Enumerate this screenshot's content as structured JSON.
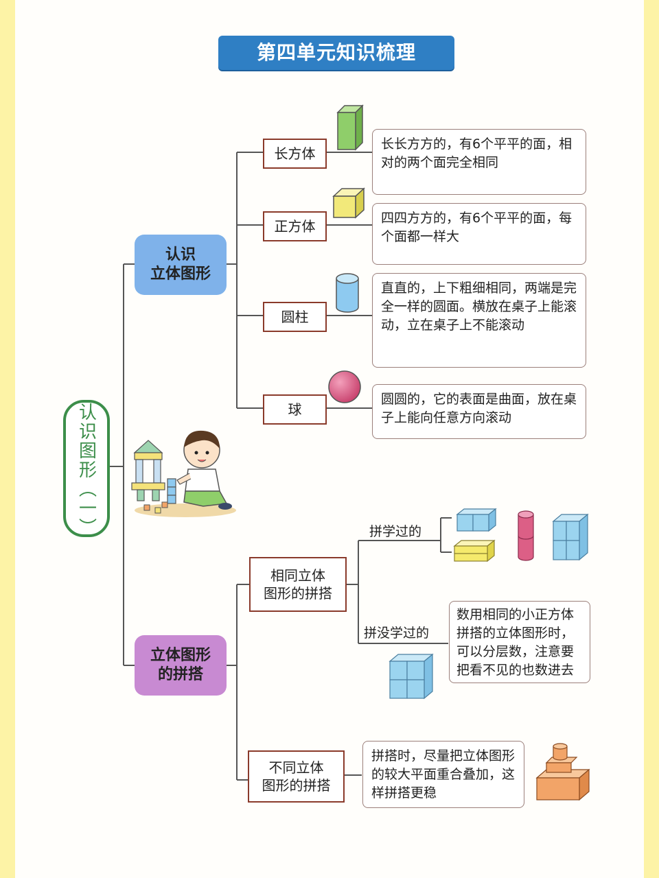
{
  "title": "第四单元知识梳理",
  "root": "认识图形（一）",
  "sections": [
    {
      "label_lines": [
        "认识",
        "立体图形"
      ],
      "items": [
        {
          "name": "长方体",
          "shape": "cuboid",
          "description": "长长方方的，有6个平平的面，相对的两个面完全相同"
        },
        {
          "name": "正方体",
          "shape": "cube",
          "description": "四四方方的，有6个平平的面，每个面都一样大"
        },
        {
          "name": "圆柱",
          "shape": "cylinder",
          "description": "直直的，上下粗细相同，两端是完全一样的圆面。横放在桌子上能滚动，立在桌子上不能滚动"
        },
        {
          "name": "球",
          "shape": "sphere",
          "description": "圆圆的，它的表面是曲面，放在桌子上能向任意方向滚动"
        }
      ]
    },
    {
      "label_lines": [
        "立体图形",
        "的拼搭"
      ],
      "items": [
        {
          "name_lines": [
            "相同立体",
            "图形的拼搭"
          ],
          "branches": [
            {
              "label": "拼学过的",
              "shapes": [
                "cube-pair",
                "cuboid-stack",
                "cylinder-stack",
                "cube-block"
              ]
            },
            {
              "label": "拼没学过的",
              "description": "数用相同的小正方体拼搭的立体图形时，可以分层数，注意要把看不见的也数进去",
              "shapes": [
                "l-block"
              ]
            }
          ]
        },
        {
          "name_lines": [
            "不同立体",
            "图形的拼搭"
          ],
          "description": "拼搭时，尽量把立体图形的较大平面重合叠加，这样拼搭更稳",
          "shapes": [
            "tower"
          ]
        }
      ]
    }
  ],
  "colors": {
    "banner": "#2f7fc4",
    "root_border": "#3c8e4a",
    "section1": "#7fb2ea",
    "section2": "#c88ad2",
    "node_border": "#8a3a2a",
    "line": "#555555",
    "cuboid": "#8fce6a",
    "cube": "#f2e97a",
    "cylinder": "#8ecaf0",
    "sphere": "#d4537b",
    "blue_block": "#9bd4ef",
    "yellow_block": "#f5ea6c",
    "red_block": "#dc5f86",
    "orange_block": "#f2a468"
  }
}
